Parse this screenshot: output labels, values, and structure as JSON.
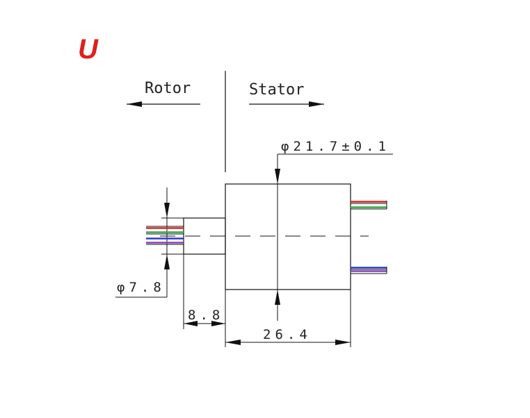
{
  "title": "U",
  "labels": {
    "rotor": "Rotor",
    "stator": "Stator"
  },
  "dimensions": {
    "stator_diameter": "φ21.7±0.1",
    "rotor_diameter": "φ7.8",
    "rotor_length": "8.8",
    "stator_length": "26.4"
  },
  "colors": {
    "title": "#e0201b",
    "wire_red": "#d42a2a",
    "wire_green": "#2fa84a",
    "wire_blue": "#2a3cc8",
    "wire_purple": "#8a3fb5"
  }
}
